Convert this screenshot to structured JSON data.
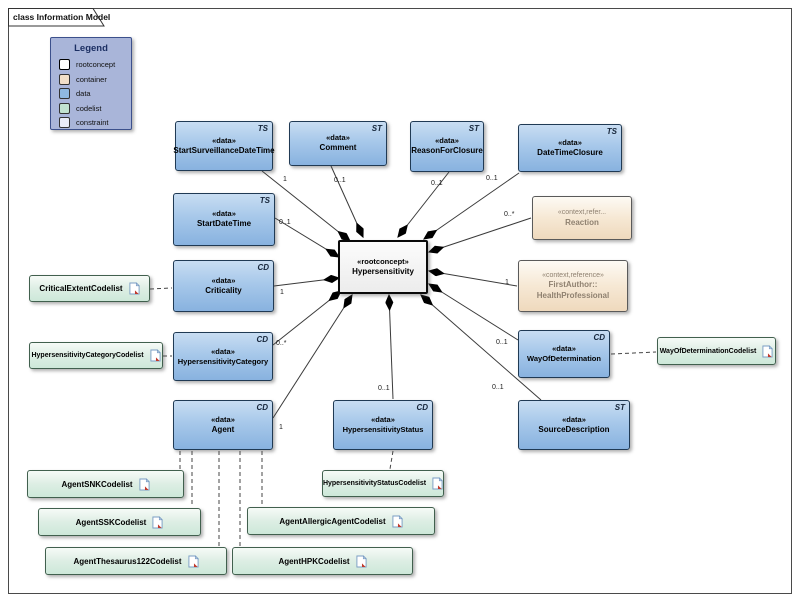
{
  "frame": {
    "title": "class Information Model"
  },
  "legend": {
    "title": "Legend",
    "items": [
      {
        "label": "rootconcept",
        "color": "#ffffff"
      },
      {
        "label": "container",
        "color": "#f2dfc8"
      },
      {
        "label": "data",
        "color": "#8fb9e2"
      },
      {
        "label": "codelist",
        "color": "#c2e3d0"
      },
      {
        "label": "constraint",
        "color": "#e9ecf8"
      }
    ]
  },
  "root": {
    "stereotype": "«rootconcept»",
    "name": "Hypersensitivity"
  },
  "data_nodes": [
    {
      "stereotype": "«data»",
      "name": "StartSurveillanceDateTime",
      "tag": "TS"
    },
    {
      "stereotype": "«data»",
      "name": "Comment",
      "tag": "ST"
    },
    {
      "stereotype": "«data»",
      "name": "ReasonForClosure",
      "tag": "ST"
    },
    {
      "stereotype": "«data»",
      "name": "DateTimeClosure",
      "tag": "TS"
    },
    {
      "stereotype": "«data»",
      "name": "StartDateTime",
      "tag": "TS"
    },
    {
      "stereotype": "«data»",
      "name": "Criticality",
      "tag": "CD"
    },
    {
      "stereotype": "«data»",
      "name": "HypersensitivityCategory",
      "tag": "CD"
    },
    {
      "stereotype": "«data»",
      "name": "Agent",
      "tag": "CD"
    },
    {
      "stereotype": "«data»",
      "name": "HypersensitivityStatus",
      "tag": "CD"
    },
    {
      "stereotype": "«data»",
      "name": "WayOfDetermination",
      "tag": "CD"
    },
    {
      "stereotype": "«data»",
      "name": "SourceDescription",
      "tag": "ST"
    }
  ],
  "context_nodes": [
    {
      "stereotype": "«context,refer...",
      "name": "Reaction",
      "name2": ""
    },
    {
      "stereotype": "«context,reference»",
      "name": "FirstAuthor::",
      "name2": "HealthProfessional"
    }
  ],
  "codelists": [
    "CriticalExtentCodelist",
    "HypersensitivityCategoryCodelist",
    "AgentSNKCodelist",
    "AgentSSKCodelist",
    "AgentThesaurus122Codelist",
    "AgentAllergicAgentCodelist",
    "AgentHPKCodelist",
    "HypersensitivityStatusCodelist",
    "WayOfDeterminationCodelist"
  ],
  "multiplicities": [
    "1",
    "0..1",
    "0..1",
    "0..1",
    "0..*",
    "1",
    "0..1",
    "1",
    "0..*",
    "1",
    "0..1",
    "0..1",
    "0..1"
  ]
}
